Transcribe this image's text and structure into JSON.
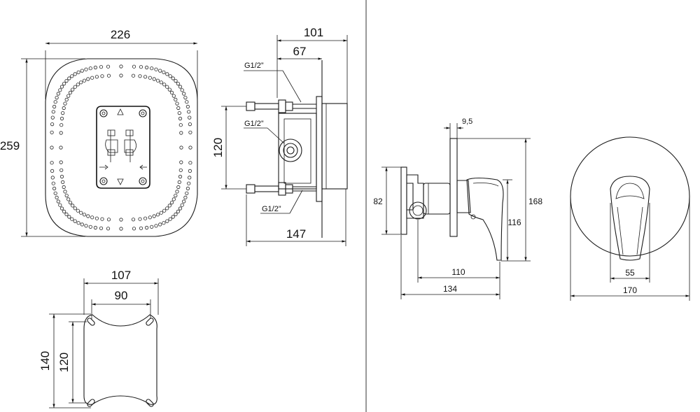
{
  "dimensions": {
    "panel_width": "226",
    "panel_height": "259",
    "box_depth_total": "101",
    "box_depth_inner": "67",
    "box_port_spacing": "120",
    "box_length": "147",
    "thread_top": "G1/2”",
    "thread_mid": "G1/2”",
    "thread_bottom": "G1/2”",
    "template_outer_width": "107",
    "template_inner_width": "90",
    "template_outer_height": "140",
    "template_inner_height": "120",
    "plate_thickness": "9,5",
    "body_height": "82",
    "plate_height": "168",
    "handle_height": "116",
    "handle_depth": "110",
    "total_depth": "134",
    "handle_width": "55",
    "plate_diameter": "170"
  }
}
